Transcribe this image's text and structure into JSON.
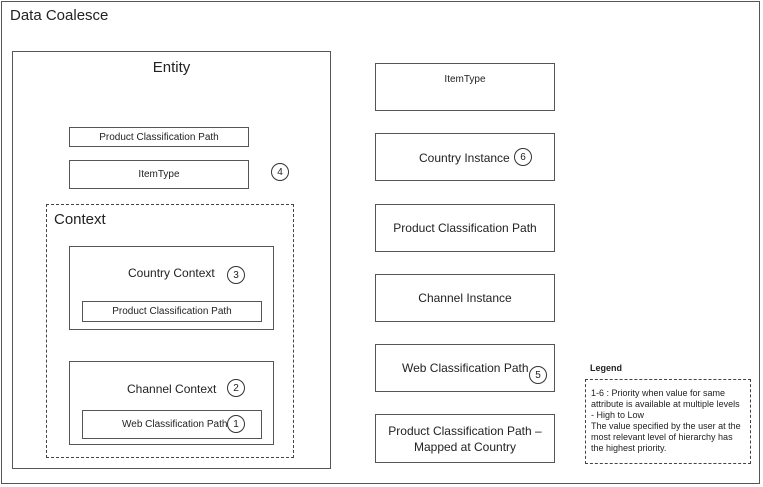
{
  "title": "Data Coalesce",
  "entity": {
    "title": "Entity",
    "items": [
      {
        "label": "Product Classification Path"
      },
      {
        "label": "ItemType",
        "priority": "4"
      }
    ],
    "context": {
      "title": "Context",
      "country_context": {
        "label": "Country Context",
        "priority": "3",
        "inner": "Product Classification Path"
      },
      "channel_context": {
        "label": "Channel Context",
        "priority": "2",
        "inner": "Web Classification Path",
        "inner_priority": "1"
      }
    }
  },
  "right_column": [
    {
      "label": "ItemType"
    },
    {
      "label": "Country Instance",
      "priority": "6"
    },
    {
      "label": "Product Classification Path"
    },
    {
      "label": "Channel Instance"
    },
    {
      "label": "Web Classification Path",
      "priority": "5"
    },
    {
      "label": "Product Classification Path – Mapped at Country"
    }
  ],
  "legend": {
    "title": "Legend",
    "line1": "1-6 : Priority when value for same attribute is available at multiple levels - High to Low",
    "line2": "The value specified by the user at the most relevant level of hierarchy has the highest priority."
  }
}
